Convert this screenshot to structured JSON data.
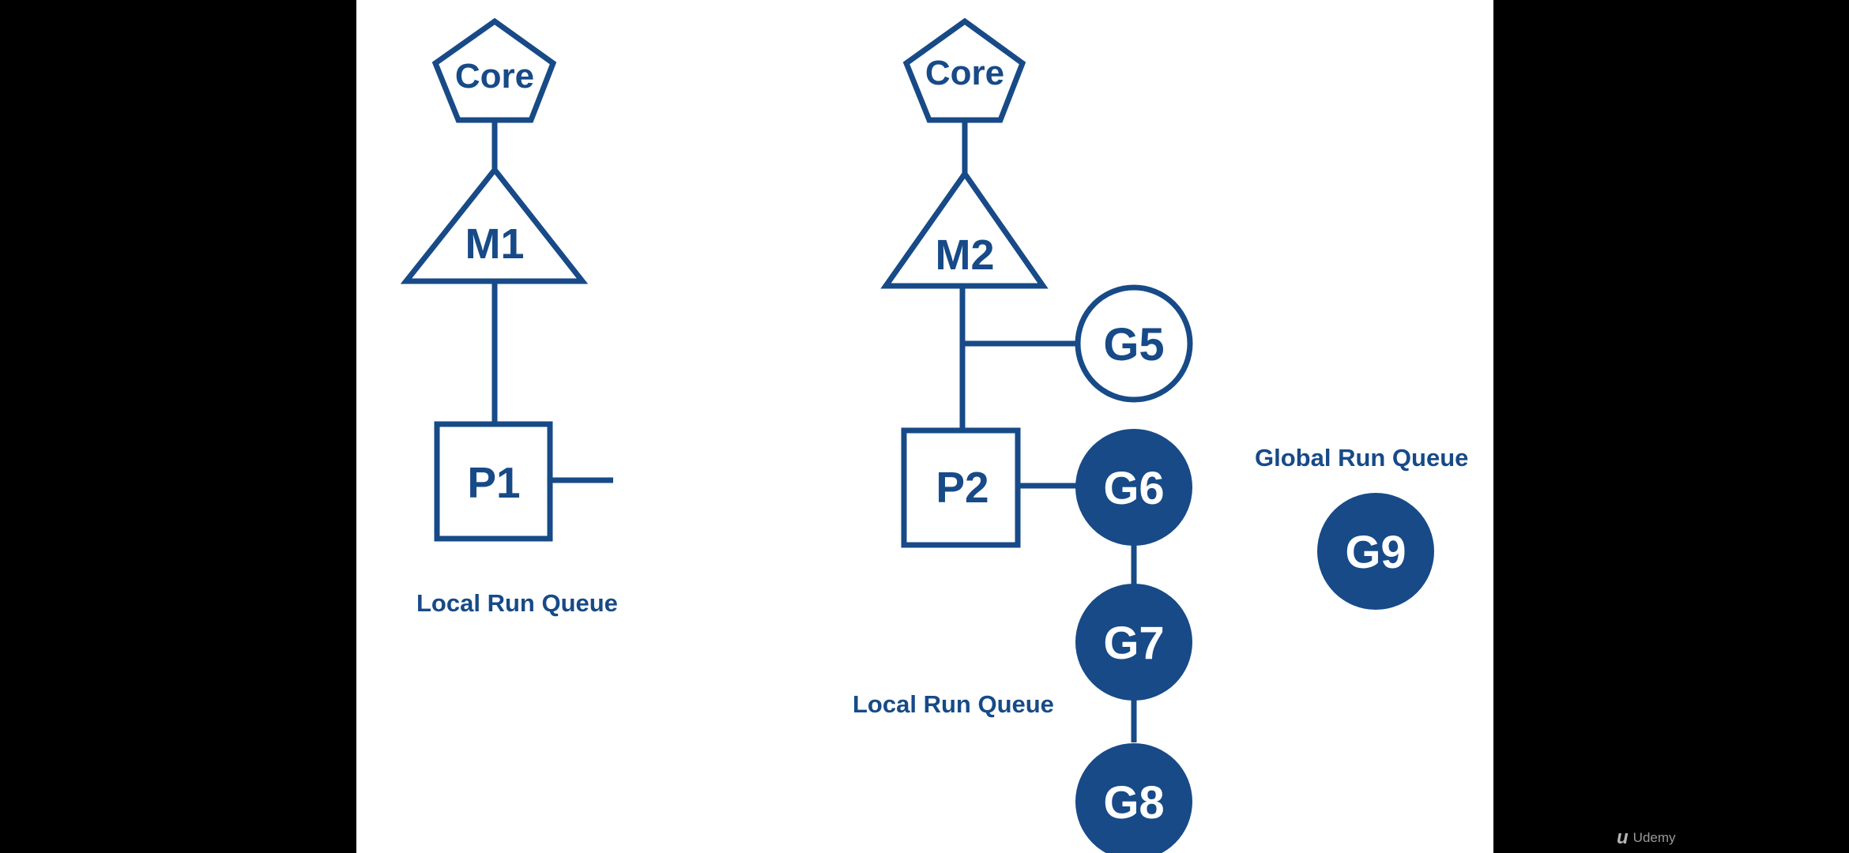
{
  "colors": {
    "primary": "#174a87",
    "slide_bg": "#ffffff",
    "page_bg": "#000000",
    "inverse_text": "#ffffff",
    "watermark": "#9a9a9a"
  },
  "left_group": {
    "core_label": "Core",
    "machine_label": "M1",
    "processor_label": "P1",
    "queue_caption": "Local Run Queue"
  },
  "right_group": {
    "core_label": "Core",
    "machine_label": "M2",
    "processor_label": "P2",
    "running_goroutine": "G5",
    "queued_goroutines": [
      "G6",
      "G7",
      "G8"
    ],
    "queue_caption": "Local Run Queue"
  },
  "global_queue": {
    "caption": "Global Run Queue",
    "goroutines": [
      "G9"
    ]
  },
  "watermark": {
    "icon": "udemy-logo-icon",
    "glyph": "u",
    "text": "Udemy"
  }
}
